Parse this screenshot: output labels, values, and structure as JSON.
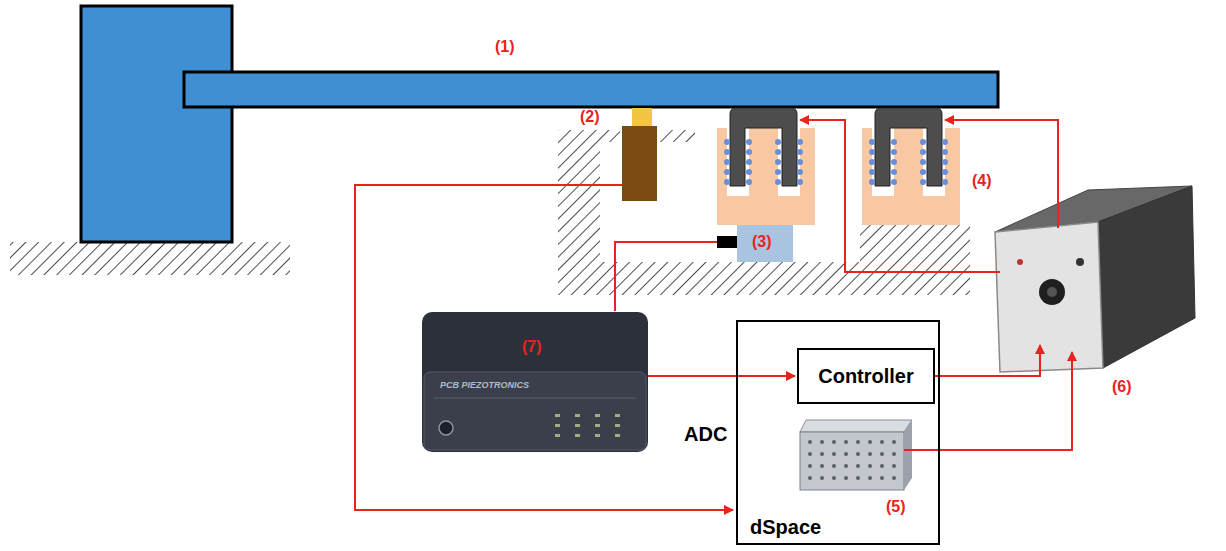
{
  "diagram": {
    "nodes": [
      {
        "text": [
          "dSpace"
        ]
      },
      {
        "text": [
          "Controller"
        ],
        "in": 0
      }
    ],
    "labels": [
      "(1)",
      "(2)",
      "(3)",
      "(4)",
      "(5)",
      "(6)",
      "(7)",
      "ADC",
      "PCB PIEZOTRONICS"
    ]
  }
}
